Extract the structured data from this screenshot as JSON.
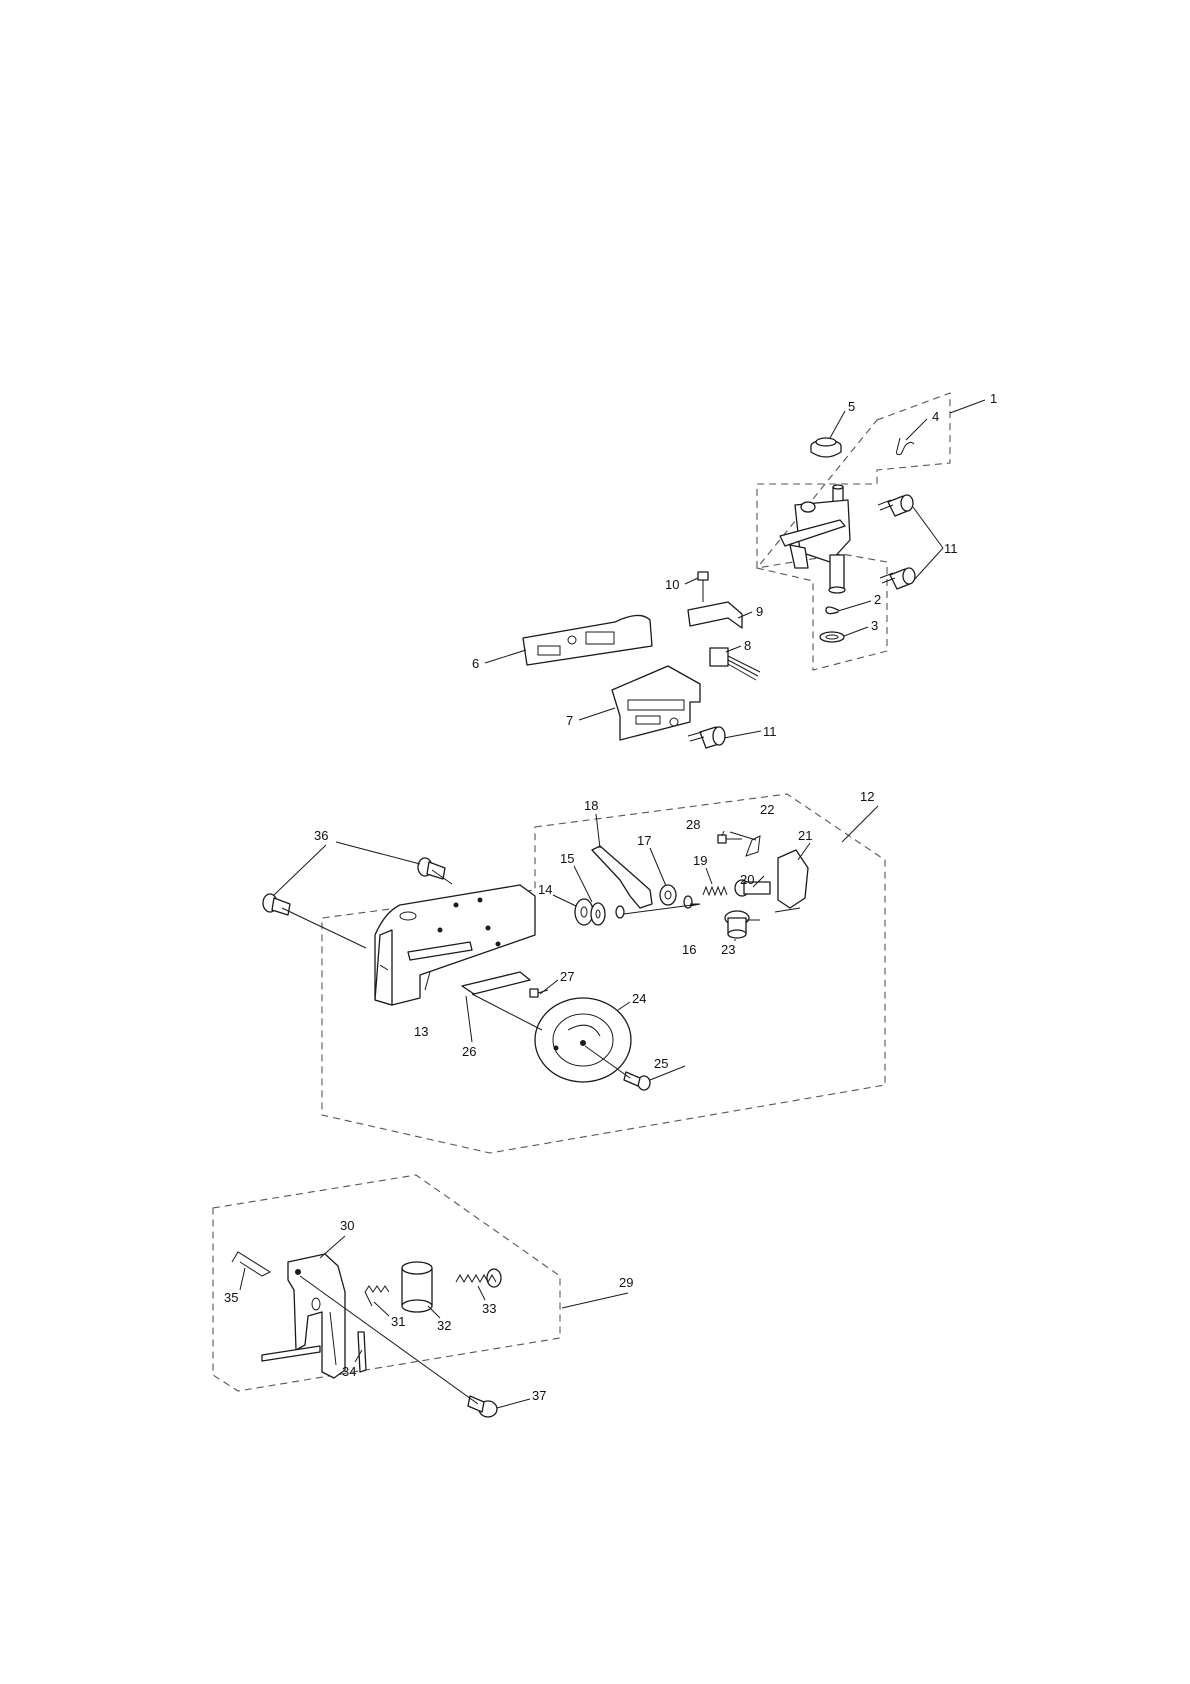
{
  "callouts": {
    "c1": "1",
    "c2": "2",
    "c3": "3",
    "c4": "4",
    "c5": "5",
    "c6": "6",
    "c7": "7",
    "c8": "8",
    "c9": "9",
    "c10": "10",
    "c11a": "11",
    "c11b": "11",
    "c12": "12",
    "c13": "13",
    "c14": "14",
    "c15": "15",
    "c16": "16",
    "c17": "17",
    "c18": "18",
    "c19": "19",
    "c20": "20",
    "c21": "21",
    "c22": "22",
    "c23": "23",
    "c24": "24",
    "c25": "25",
    "c26": "26",
    "c27": "27",
    "c28": "28",
    "c29": "29",
    "c30": "30",
    "c31": "31",
    "c32": "32",
    "c33": "33",
    "c34": "34",
    "c35": "35",
    "c36": "36",
    "c37": "37"
  }
}
